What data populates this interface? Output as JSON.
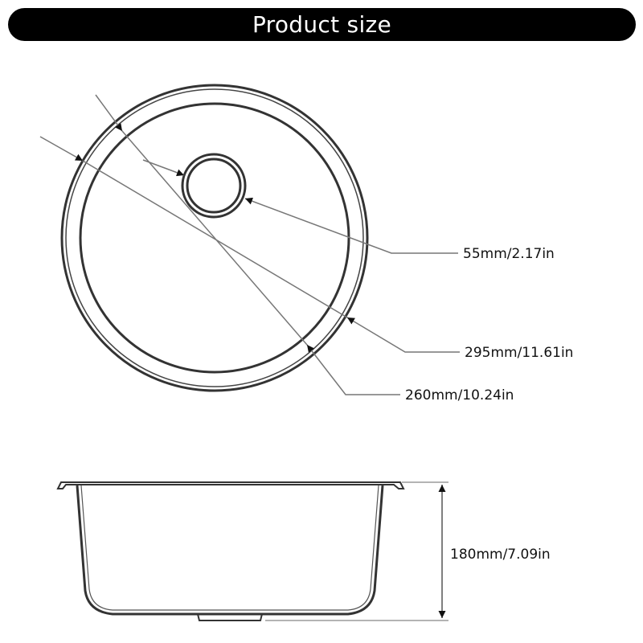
{
  "header": {
    "title": "Product size"
  },
  "dimensions": {
    "drain": "55mm/2.17in",
    "outer_diameter": "295mm/11.61in",
    "inner_diameter": "260mm/10.24in",
    "depth": "180mm/7.09in"
  },
  "colors": {
    "banner_background": "#000000",
    "banner_text": "#ffffff",
    "outline": "#333333",
    "leader": "#777777"
  }
}
